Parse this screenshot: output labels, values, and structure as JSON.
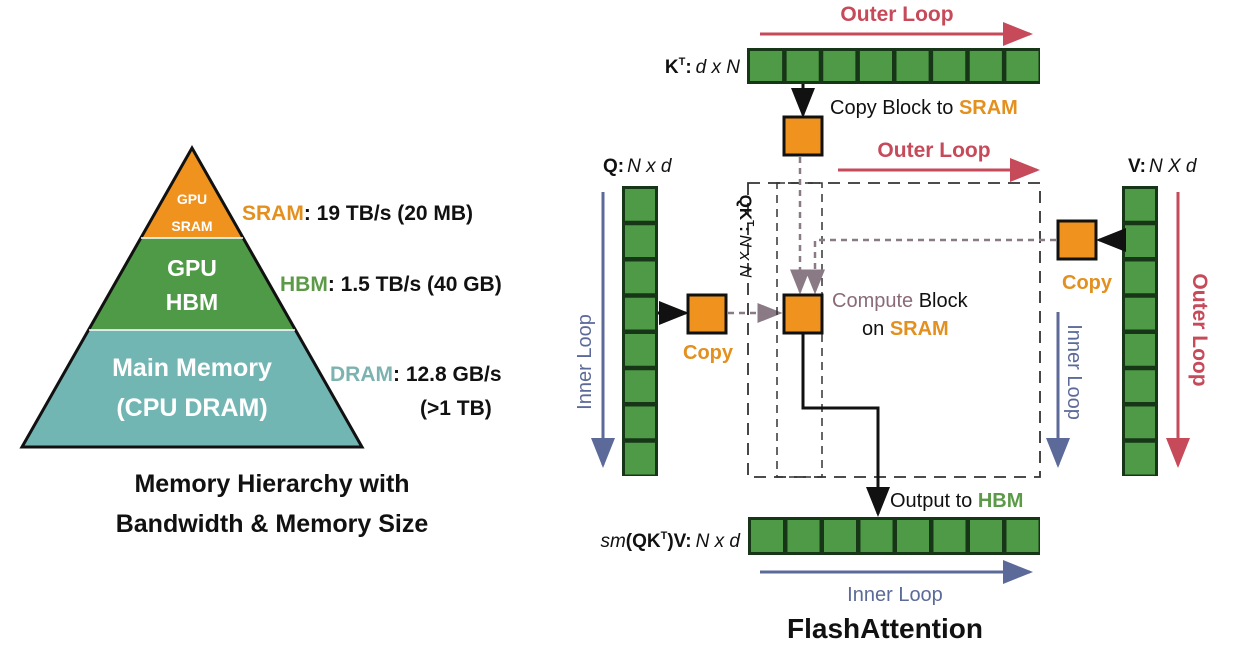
{
  "colors": {
    "orange": "#f0921e",
    "orange_text": "#e3901f",
    "green": "#4f9a47",
    "green_text": "#5c9a48",
    "teal": "#72b6b4",
    "teal_text": "#7cb2b0",
    "red": "#c64a5a",
    "blue": "#5b6a98",
    "cell_border": "#173617",
    "mauve": "#8a6a78"
  },
  "hierarchy": {
    "tiers": [
      {
        "lines": [
          "GPU",
          "SRAM"
        ]
      },
      {
        "lines": [
          "GPU",
          "HBM"
        ]
      },
      {
        "lines": [
          "Main Memory",
          "(CPU DRAM)"
        ]
      }
    ],
    "labels": [
      {
        "name": "SRAM",
        "rest": ": 19 TB/s (20 MB)"
      },
      {
        "name": "HBM",
        "rest": ": 1.5 TB/s (40 GB)"
      },
      {
        "name": "DRAM",
        "rest": ": 12.8 GB/s",
        "extra": "(>1 TB)"
      }
    ],
    "caption": [
      "Memory Hierarchy with",
      "Bandwidth & Memory Size"
    ]
  },
  "flash": {
    "title": "FlashAttention",
    "kt_label": {
      "bold": "K",
      "sup": "T",
      "colon": ":",
      "dims": "d x N"
    },
    "q_label": {
      "bold": "Q:",
      "dims": "N x d"
    },
    "v_label": {
      "bold": "V:",
      "dims": "N X d"
    },
    "qkt_label": {
      "bold": "QK",
      "sup": "T",
      "colon": ":",
      "dims": "N x N"
    },
    "out_label": {
      "sm": "sm",
      "mid": "(QK",
      "sup": "T",
      "end": ")V:",
      "dims": "N x d"
    },
    "outer_loop": "Outer Loop",
    "inner_loop": "Inner Loop",
    "copy": "Copy",
    "copy_block": {
      "text": "Copy Block to ",
      "hl": "SRAM"
    },
    "compute": {
      "hl": "Compute",
      "text": " Block",
      "line2": "on ",
      "hl2": "SRAM"
    },
    "output": {
      "text": "Output to ",
      "hl": "HBM"
    },
    "cells_per_block": 8
  }
}
